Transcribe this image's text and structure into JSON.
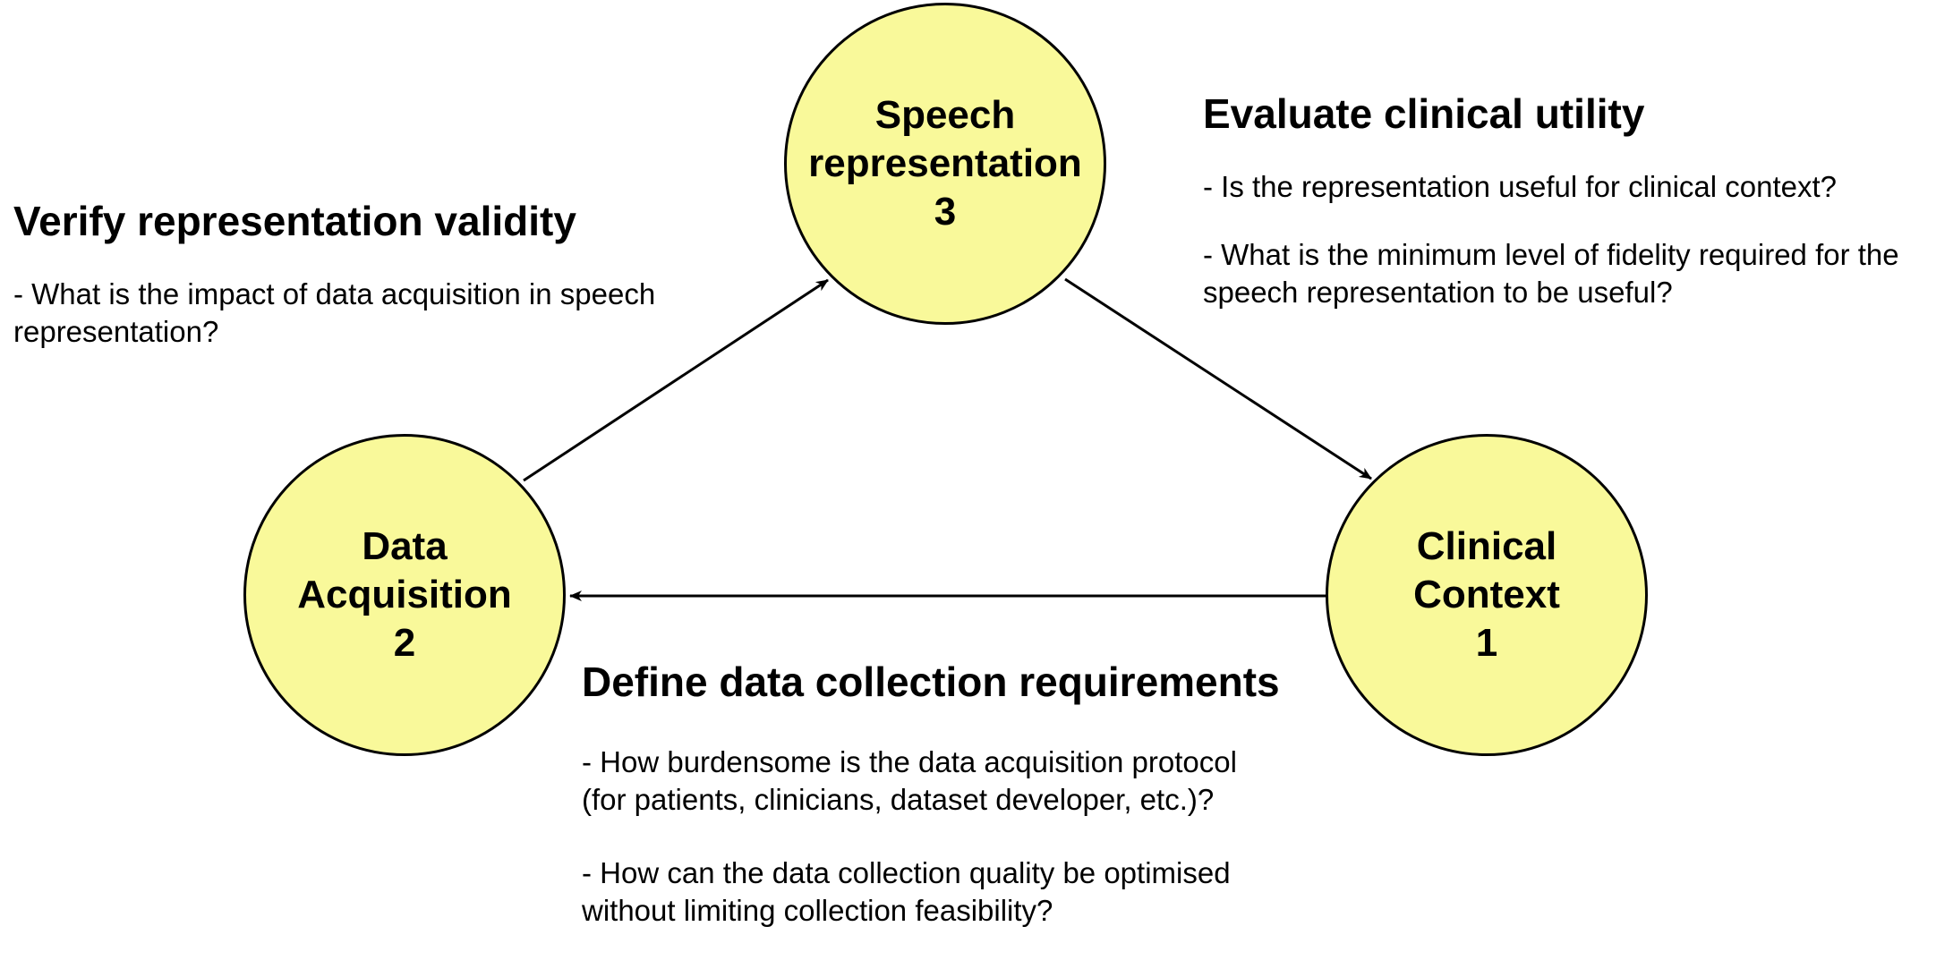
{
  "colors": {
    "node_fill": "#f9f99a",
    "node_stroke": "#000000",
    "arrow": "#000000"
  },
  "nodes": {
    "speech": {
      "line1": "Speech",
      "line2": "representation",
      "number": "3"
    },
    "data": {
      "line1": "Data",
      "line2": "Acquisition",
      "number": "2"
    },
    "clinical": {
      "line1": "Clinical",
      "line2": "Context",
      "number": "1"
    }
  },
  "annotations": {
    "verify": {
      "heading": "Verify representation validity",
      "questions": [
        "- What is the impact of data acquisition in speech representation?"
      ]
    },
    "evaluate": {
      "heading": "Evaluate clinical utility",
      "questions": [
        "- Is the representation useful for clinical context?",
        "- What is the minimum level of fidelity required for the speech representation to be useful?"
      ]
    },
    "define": {
      "heading": "Define data collection requirements",
      "questions": [
        "- How burdensome is the data acquisition protocol (for patients, clinicians, dataset developer, etc.)?",
        "- How can the data collection quality be optimised without limiting collection feasibility?"
      ]
    }
  },
  "edges": [
    {
      "from": "data",
      "to": "speech"
    },
    {
      "from": "speech",
      "to": "clinical"
    },
    {
      "from": "clinical",
      "to": "data"
    }
  ]
}
